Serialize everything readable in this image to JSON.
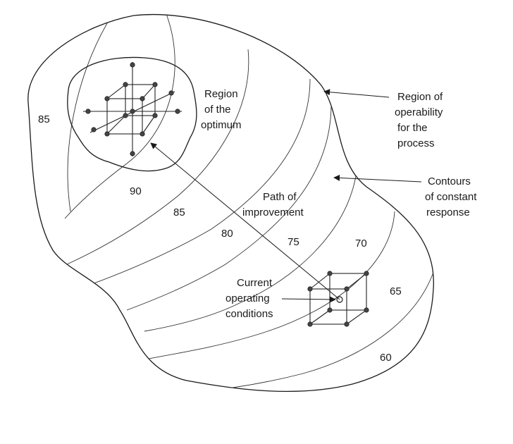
{
  "labels": {
    "region_optimum": [
      "Region",
      "of the",
      "optimum"
    ],
    "region_operability": [
      "Region of",
      "operability",
      "for the",
      "process"
    ],
    "contours": [
      "Contours",
      "of constant",
      "response"
    ],
    "path": [
      "Path of",
      "improvement"
    ],
    "current": [
      "Current",
      "operating",
      "conditions"
    ]
  },
  "contour_values": [
    "85",
    "90",
    "85",
    "80",
    "75",
    "70",
    "65",
    "60"
  ],
  "colors": {
    "ink": "#1a1a1a",
    "background": "#ffffff"
  }
}
